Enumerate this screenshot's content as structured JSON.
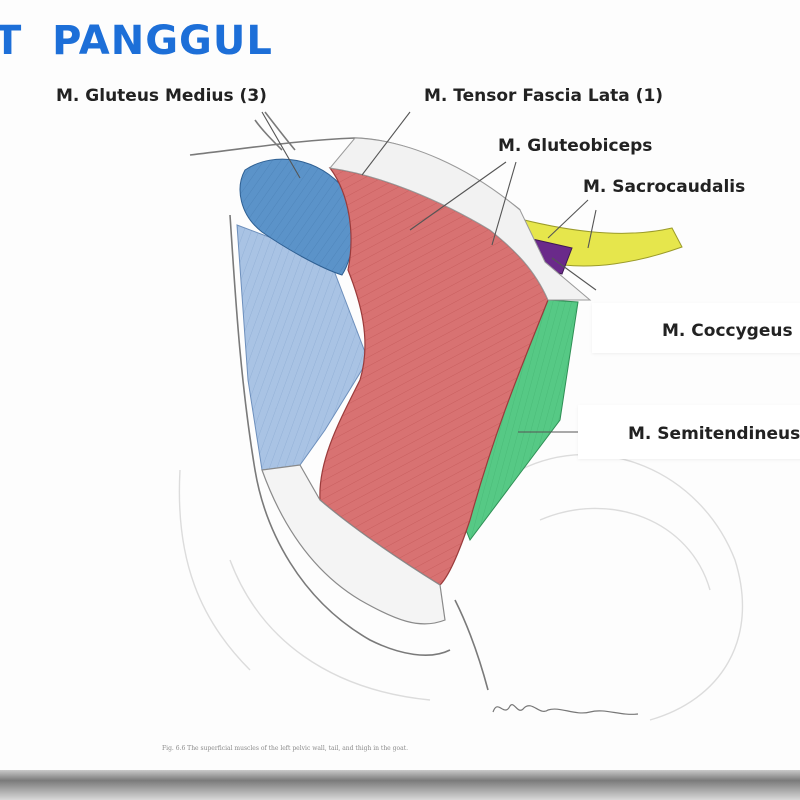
{
  "slide": {
    "title": "T  PANGGUL",
    "caption": "Fig. 6.6  The superficial muscles of the left pelvic wall, tail, and thigh in the goat."
  },
  "labels": {
    "gluteus_medius": "M. Gluteus Medius (3)",
    "tensor_fascia_lata": "M. Tensor Fascia Lata (1)",
    "gluteobiceps": "M. Gluteobiceps",
    "sacrocaudalis": "M. Sacrocaudalis",
    "coccygeus": "M. Coccygeus",
    "semitendineus": "M. Semitendineus"
  },
  "colors": {
    "title": "#1d6fd8",
    "gluteus_medius": "#5b93c9",
    "tensor_fascia_lata": "#8fb0d8",
    "gluteobiceps": "#d46a6a",
    "semitendineus": "#4fc47e",
    "sacrocaudalis": "#e2e24a",
    "coccygeus": "#6a2a8a"
  }
}
